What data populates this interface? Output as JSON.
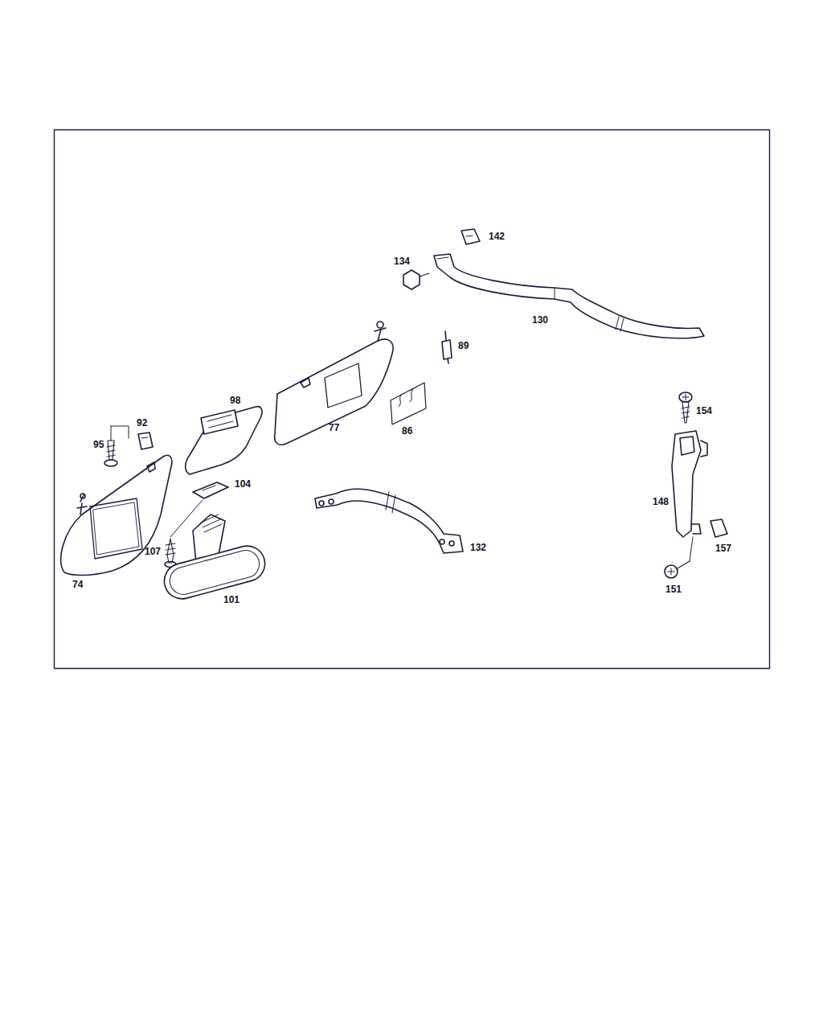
{
  "diagram": {
    "labels": [
      "142",
      "134",
      "130",
      "89",
      "98",
      "154",
      "77",
      "86",
      "92",
      "95",
      "104",
      "148",
      "132",
      "157",
      "107",
      "74",
      "101",
      "151"
    ]
  }
}
